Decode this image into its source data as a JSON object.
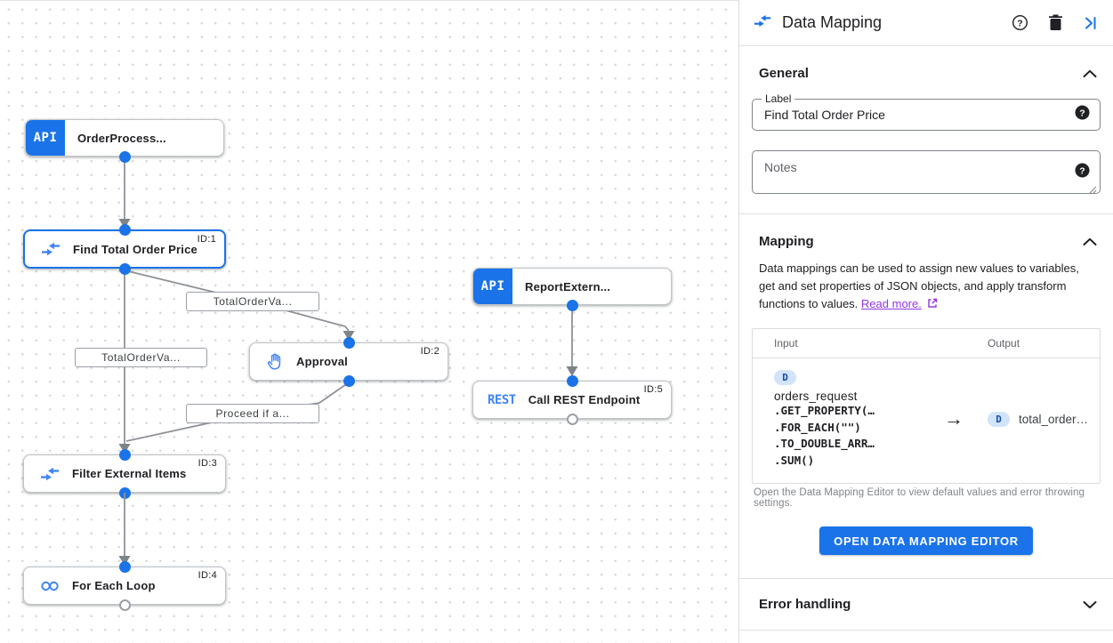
{
  "canvas": {
    "nodes": [
      {
        "label": "OrderProcess...",
        "badge": "API",
        "id": ""
      },
      {
        "label": "Find Total Order Price",
        "icon": "data-mapping",
        "id": "ID:1"
      },
      {
        "label": "Approval",
        "icon": "hand",
        "id": "ID:2"
      },
      {
        "label": "Filter External Items",
        "icon": "data-mapping",
        "id": "ID:3"
      },
      {
        "label": "For Each Loop",
        "icon": "loop",
        "id": "ID:4"
      },
      {
        "label": "ReportExtern...",
        "badge": "API",
        "id": ""
      },
      {
        "label": "Call REST Endpoint",
        "badge": "REST",
        "id": "ID:5"
      }
    ],
    "edge_labels": [
      "TotalOrderVa...",
      "TotalOrderVa...",
      "Proceed if a..."
    ]
  },
  "panel": {
    "title": "Data Mapping",
    "general": {
      "title": "General",
      "label_field": {
        "label": "Label",
        "value": "Find Total Order Price"
      },
      "notes_field": {
        "placeholder": "Notes"
      }
    },
    "mapping": {
      "title": "Mapping",
      "description": "Data mappings can be used to assign new values to variables, get and set properties of JSON objects, and apply transform functions to values.",
      "read_more": "Read more.",
      "table": {
        "input_header": "Input",
        "output_header": "Output",
        "input_badge": "D",
        "input_var": "orders_request",
        "input_lines": [
          ".GET_PROPERTY(…",
          ".FOR_EACH(\"\")",
          ".TO_DOUBLE_ARR…",
          ".SUM()"
        ],
        "arrow": "→",
        "output_badge": "D",
        "output_var": "total_order…"
      },
      "hint": "Open the Data Mapping Editor to view default values and error throwing settings.",
      "button": "OPEN DATA MAPPING EDITOR"
    },
    "error_handling": {
      "title": "Error handling"
    }
  },
  "colors": {
    "accent_blue": "#1a73e8",
    "icon_blue": "#4285f4",
    "link_purple": "#9334e6",
    "edge_gray": "#8e9297",
    "badge_bg": "#d2e3fc"
  }
}
